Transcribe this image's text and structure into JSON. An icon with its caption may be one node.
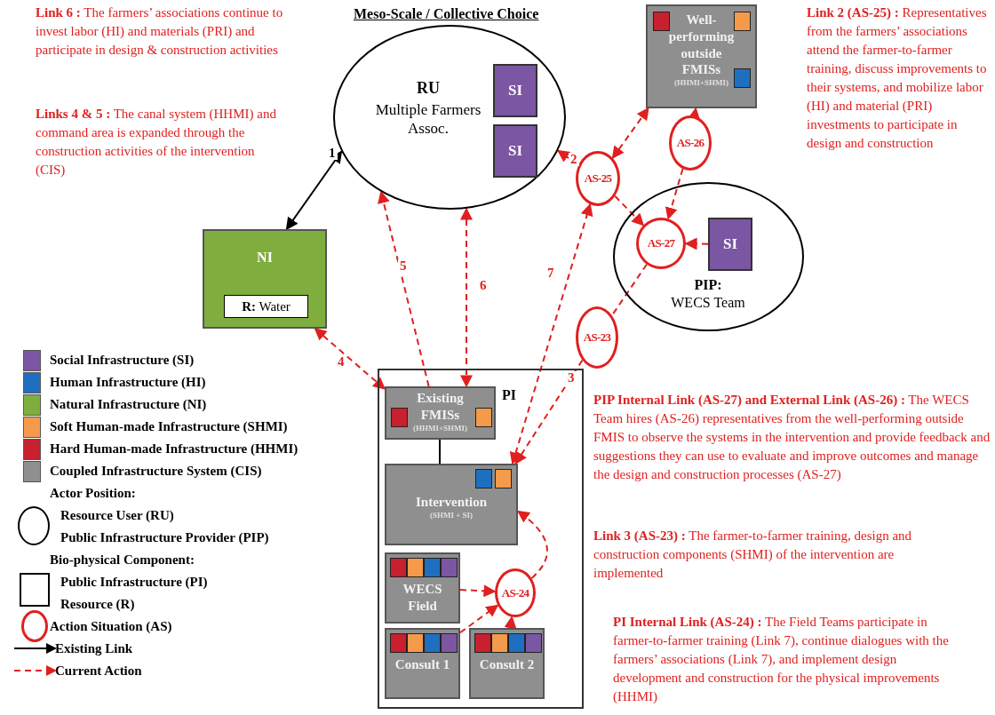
{
  "diagram": {
    "title": "Meso-Scale  / Collective Choice",
    "nodes": [
      {
        "text": [
          "RU",
          "Multiple Farmers Assoc."
        ]
      },
      {
        "text": [
          "SI"
        ],
        "in": 0
      },
      {
        "text": [
          "SI"
        ],
        "in": 0
      },
      {
        "text": [
          "Well-performing outside FMISs",
          "(HHMI+SHMI)"
        ]
      },
      {
        "text": [
          "PIP:",
          "WECS Team"
        ]
      },
      {
        "text": [
          "SI"
        ],
        "in": 4
      },
      {
        "text": [
          "AS-25"
        ]
      },
      {
        "text": [
          "AS-26"
        ]
      },
      {
        "text": [
          "AS-27"
        ],
        "in": 4
      },
      {
        "text": [
          "AS-23"
        ]
      },
      {
        "text": [
          "NI"
        ]
      },
      {
        "text": [
          "**R:** Water"
        ],
        "in": 10
      },
      {
        "text": [
          "PI"
        ]
      },
      {
        "text": [
          "Existing FMISs",
          "(HHMI+SHMI)"
        ],
        "in": 12
      },
      {
        "text": [
          "Intervention",
          "(SHMI + SI)"
        ],
        "in": 12
      },
      {
        "text": [
          "WECS Field"
        ],
        "in": 12
      },
      {
        "text": [
          "AS-24"
        ],
        "in": 12
      },
      {
        "text": [
          "Consult 1"
        ],
        "in": 12
      },
      {
        "text": [
          "Consult 2"
        ],
        "in": 12
      }
    ],
    "edges": [
      {
        "from": 10,
        "to": 0,
        "arrow": "both",
        "label": "1",
        "color": "#000000"
      },
      {
        "from": 6,
        "to": 0,
        "arrow": "to",
        "label": "2",
        "style": "dashed"
      },
      {
        "from": 6,
        "to": 3,
        "arrow": "both",
        "style": "dashed"
      },
      {
        "from": 6,
        "to": 8,
        "arrow": "to",
        "style": "dashed"
      },
      {
        "from": 7,
        "to": 3,
        "arrow": "to",
        "style": "dashed"
      },
      {
        "from": 7,
        "to": 8,
        "arrow": "to",
        "style": "dashed"
      },
      {
        "from": 5,
        "to": 8,
        "arrow": "to",
        "style": "dashed"
      },
      {
        "from": 13,
        "to": 0,
        "arrow": "to",
        "label": "5",
        "style": "dashed"
      },
      {
        "from": 0,
        "to": 13,
        "arrow": "both",
        "label": "6",
        "style": "dashed"
      },
      {
        "from": 10,
        "to": 13,
        "arrow": "both",
        "label": "4",
        "style": "dashed"
      },
      {
        "from": 14,
        "to": 6,
        "arrow": "both",
        "label": "7",
        "style": "dashed"
      },
      {
        "from": 8,
        "to": 9,
        "arrow": "none",
        "style": "dashed"
      },
      {
        "from": 9,
        "to": 14,
        "arrow": "to",
        "label": "3",
        "style": "dashed"
      },
      {
        "from": 14,
        "to": 13,
        "arrow": "none",
        "color": "#000000"
      },
      {
        "from": 16,
        "to": 14,
        "arrow": "to",
        "style": "dashed"
      },
      {
        "from": 15,
        "to": 16,
        "arrow": "to",
        "style": "dashed"
      },
      {
        "from": 17,
        "to": 16,
        "arrow": "to",
        "style": "dashed"
      },
      {
        "from": 18,
        "to": 16,
        "arrow": "to",
        "style": "dashed"
      }
    ],
    "labels": [
      "**Link 6 :** The farmers’ associations continue to invest labor (HI) and materials (PRI) and participate in design & construction activities",
      "**Links 4 & 5 :** The canal system (HHMI) and command area is expanded through the construction activities of the intervention (CIS)",
      "**Link 2 (AS-25) :** Representatives from the farmers’ associations attend the farmer-to-farmer training, discuss improvements to their systems, and mobilize labor (HI) and material (PRI) investments to participate in design and construction",
      "**PIP Internal Link (AS-27) and External Link (AS-26) :** The WECS Team hires (AS-26) representatives from the well-performing outside FMIS to observe the systems in the intervention and provide feedback and suggestions they can use to evaluate and improve outcomes and manage the design and construction processes (AS-27)",
      "**Link 3 (AS-23) :** The farmer-to-farmer training, design and construction components (SHMI) of the intervention are implemented",
      "**PI Internal Link (AS-24) :** The Field Teams participate in farmer-to-farmer training (Link 7), continue dialogues with the farmers’ associations (Link 7), and implement design development and construction for the physical improvements (HHMI)",
      "Actor Position:",
      "Bio-physical Component:"
    ],
    "legend": [
      {
        "text": "Social Infrastructure (SI)",
        "color": "#7b56a3"
      },
      {
        "text": "Human Infrastructure (HI)",
        "color": "#1f6fc0"
      },
      {
        "text": "Natural Infrastructure (NI)",
        "color": "#7fae3f"
      },
      {
        "text": "Soft Human-made Infrastructure (SHMI)",
        "color": "#f59a4a"
      },
      {
        "text": "Hard Human-made Infrastructure (HHMI)",
        "color": "#c8202e"
      },
      {
        "text": "Coupled Infrastructure System (CIS)",
        "color": "#8f8f8f"
      },
      {
        "text": "Resource User (RU)"
      },
      {
        "text": "Public Infrastructure Provider (PIP)"
      },
      {
        "text": "Public Infrastructure (PI)"
      },
      {
        "text": "Resource (R)"
      },
      {
        "text": "Action Situation (AS)"
      },
      {
        "text": "Existing Link"
      },
      {
        "text": "Current Action"
      }
    ]
  }
}
